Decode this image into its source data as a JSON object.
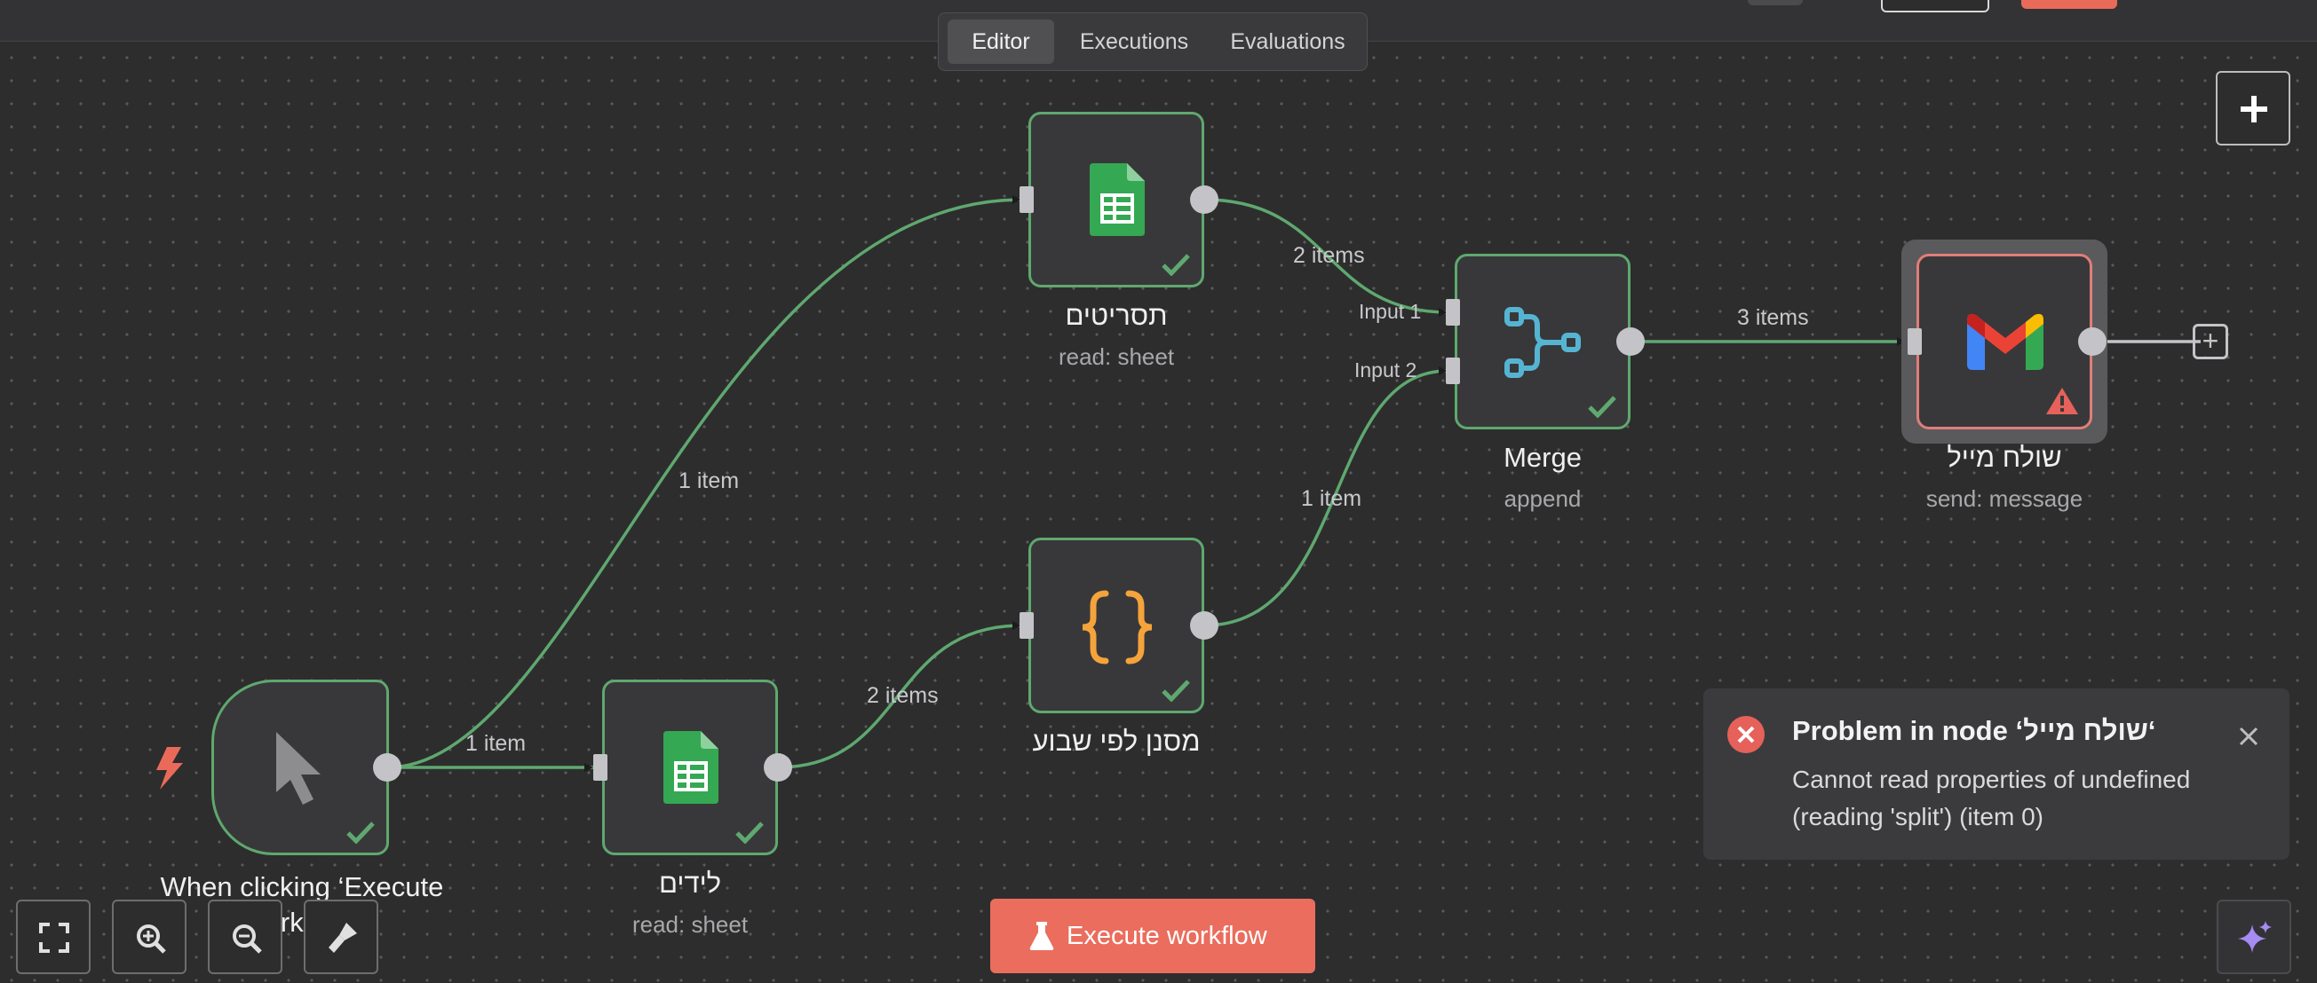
{
  "tabs": {
    "editor": "Editor",
    "executions": "Executions",
    "evaluations": "Evaluations",
    "active": "Editor"
  },
  "nodes": {
    "trigger": {
      "title": "When clicking ‘Execute workflow’",
      "icon": "cursor-icon",
      "status": "success"
    },
    "leads_sheet": {
      "title": "לידים",
      "subtitle": "read: sheet",
      "icon": "google-sheets-icon",
      "status": "success"
    },
    "scripts_sheet": {
      "title": "תסריטים",
      "subtitle": "read: sheet",
      "icon": "google-sheets-icon",
      "status": "success"
    },
    "filter_code": {
      "title": "מסנן לפי שבוע",
      "icon": "code-braces-icon",
      "status": "success"
    },
    "merge": {
      "title": "Merge",
      "subtitle": "append",
      "icon": "merge-icon",
      "status": "success",
      "input1": "Input 1",
      "input2": "Input 2"
    },
    "gmail": {
      "title": "שולח מייל",
      "subtitle": "send: message",
      "icon": "gmail-icon",
      "status": "error"
    }
  },
  "edges": {
    "trigger_to_leads": "1 item",
    "trigger_to_scripts": "1 item",
    "leads_to_filter": "2 items",
    "scripts_to_merge": "2 items",
    "filter_to_merge": "1 item",
    "merge_to_gmail": "3 items"
  },
  "toast": {
    "title": "Problem in node ‘שולח מייל‘",
    "message": "Cannot read properties of undefined (reading 'split') (item 0)"
  },
  "execute_button": {
    "label": "Execute workflow"
  },
  "colors": {
    "canvas": "#2d2d2e",
    "success_border": "#5fa86f",
    "error_border": "#e07e79",
    "execute_button": "#ea6d5e",
    "sheets_green": "#34a853",
    "code_orange": "#f5a33b",
    "merge_blue": "#56b4d3"
  }
}
